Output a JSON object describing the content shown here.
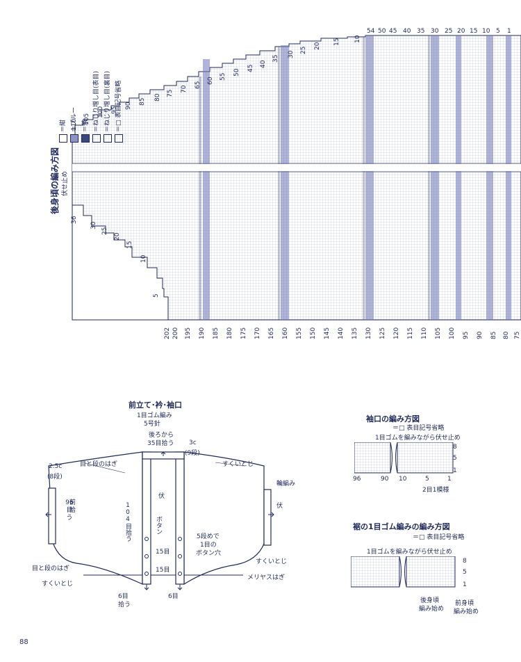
{
  "back_chart": {
    "title": "後身頃の編み方図",
    "bindoff_label": "伏せ止め",
    "legend": [
      {
        "label": "＝紺",
        "color": "#ffffff"
      },
      {
        "label": "＝ブルー",
        "color": "#8b93c8"
      },
      {
        "label": "＝茶",
        "color": "#3c467e"
      },
      {
        "label": "＝ねじり増し目(表目)",
        "color": "#ffffff"
      },
      {
        "label": "＝ねじり増し目(裏目)",
        "color": "#ffffff"
      },
      {
        "label": "＝□ 表目記号省略",
        "color": "#ffffff"
      }
    ],
    "row_labels_left": [
      "110",
      "105",
      "100",
      "95",
      "90",
      "85",
      "80",
      "75",
      "70",
      "65",
      "60",
      "55",
      "50",
      "45",
      "40",
      "35",
      "30",
      "25",
      "20",
      "15",
      "10",
      "5",
      "1"
    ],
    "row_labels_left_lower": [
      "36",
      "30",
      "25",
      "20",
      "15",
      "10",
      "5"
    ],
    "bottom_labels": [
      "202",
      "200",
      "195",
      "190",
      "185",
      "180",
      "175",
      "170",
      "165",
      "160",
      "155",
      "150",
      "145",
      "140",
      "135",
      "130",
      "125",
      "120",
      "115",
      "110",
      "105",
      "100",
      "95",
      "90",
      "85",
      "80",
      "75"
    ]
  },
  "front_band": {
    "title": "前立て･衿･袖口",
    "subtitle1": "1目ゴム編み",
    "subtitle2": "5号針",
    "from_back": "後ろから",
    "pick_35": "35目拾う",
    "size_3c": "3c",
    "size_9": "(9段)",
    "size_25c": "2.5c",
    "size_8": "(8段)",
    "meho_top": "目と段のはぎ",
    "sukui_top": "すくいとじ",
    "wa_ami": "輪編み",
    "fuku_left": "伏",
    "fuku_right": "伏",
    "pick_96": "96前目拾う",
    "pick_96_a": "96",
    "pick_96_b": "前",
    "pick_96_c": "目",
    "pick_96_d": "拾",
    "pick_96_e": "う",
    "pick_104": "104目拾う",
    "button": "ボタン",
    "row15_1": "15目",
    "row15_2": "15目",
    "buttonhole1": "5段めで",
    "buttonhole2": "1目の",
    "buttonhole3": "ボタン穴",
    "meho_bottom": "目と段のはぎ",
    "sukui_bottom_left": "すくいとじ",
    "sukui_bottom_right": "すくいとじ",
    "meriyasu": "メリヤスはぎ",
    "six_pick1": "6目",
    "six_pick2": "拾う",
    "six_right": "6目"
  },
  "cuff_chart": {
    "title": "袖口の編み方図",
    "legend": "＝□ 表目記号省略",
    "instruction": "1目ゴムを編みながら伏せ止め",
    "bottom_labels": [
      "96",
      "90",
      "10",
      "5",
      "1"
    ],
    "row_labels": [
      "8",
      "5",
      "1"
    ],
    "pattern_note": "2目1模様"
  },
  "hem_chart": {
    "title": "裾の1目ゴム編みの編み方図",
    "legend": "＝□ 表目記号省略",
    "instruction": "1目ゴムを編みながら伏せ止め",
    "row_labels": [
      "8",
      "5",
      "1"
    ],
    "back_start1": "後身頃",
    "back_start2": "編み始め",
    "front_start1": "前身頃",
    "front_start2": "編み始め"
  },
  "page_number": "88"
}
